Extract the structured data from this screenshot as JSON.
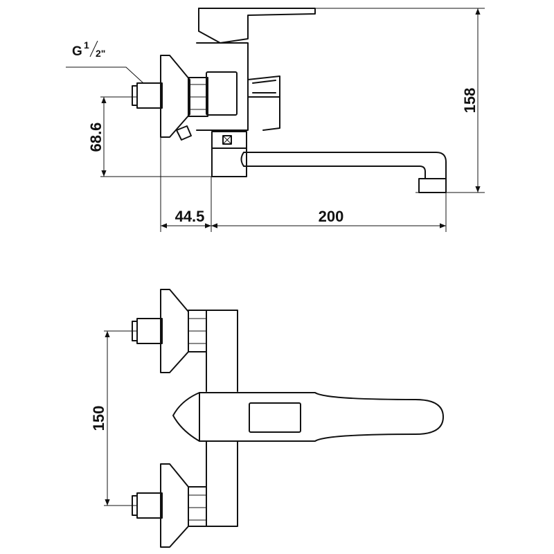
{
  "labels": {
    "thread_main": "G",
    "thread_num": "1",
    "thread_den": "2\"",
    "dim_height_inlet": "68.6",
    "dim_height_total": "158",
    "dim_wall_offset": "44.5",
    "dim_spout_length": "200",
    "dim_inlet_spacing": "150"
  }
}
